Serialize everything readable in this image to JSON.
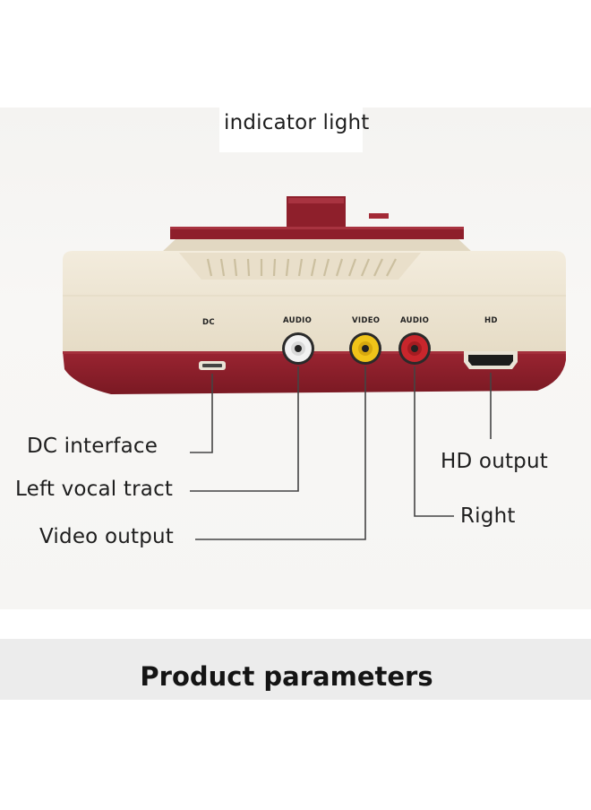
{
  "top_callout": "indicator light",
  "port_labels": {
    "dc": "DC",
    "audio_left": "AUDIO",
    "video": "VIDEO",
    "audio_right": "AUDIO",
    "hd": "HD"
  },
  "callouts": {
    "dc_interface": "DC interface",
    "left_vocal": "Left vocal tract",
    "video_output": "Video output",
    "hd_output": "HD output",
    "right": "Right"
  },
  "footer": {
    "title": "Product parameters"
  },
  "colors": {
    "console_body": "#efe7d6",
    "console_base": "#8e1f2b",
    "rca_white": "#f2f2f2",
    "rca_yellow": "#f0c419",
    "rca_red": "#c8262c"
  }
}
